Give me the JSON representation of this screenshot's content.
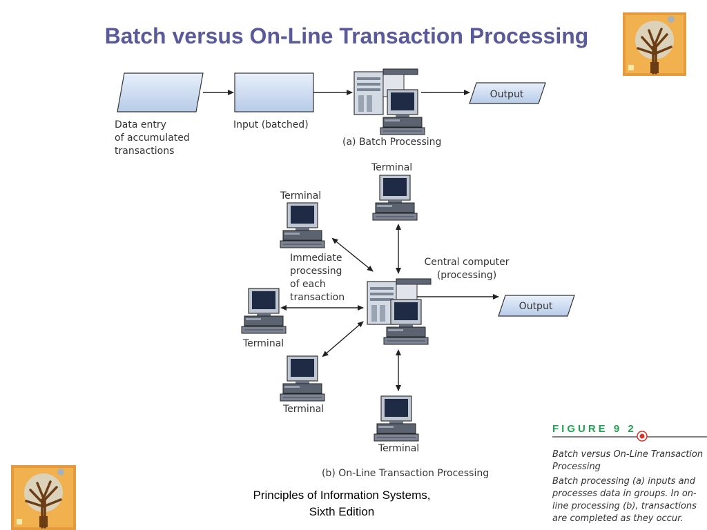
{
  "slide": {
    "title": "Batch versus On-Line Transaction Processing",
    "footer_line1": "Principles of Information Systems,",
    "footer_line2": "Sixth Edition"
  },
  "batch": {
    "data_entry_lines": [
      "Data entry",
      "of accumulated",
      "transactions"
    ],
    "input_label": "Input (batched)",
    "output_label": "Output",
    "caption": "(a) Batch Processing"
  },
  "online": {
    "terminal_label": "Terminal",
    "immediate_lines": [
      "Immediate",
      "processing",
      "of each",
      "transaction"
    ],
    "central_lines": [
      "Central computer",
      "(processing)"
    ],
    "output_label": "Output",
    "caption": "(b) On-Line Transaction Processing"
  },
  "figure": {
    "heading": "FIGURE 9 2",
    "title_lines": [
      "Batch versus On-Line Transaction",
      "Processing"
    ],
    "desc_lines": [
      "Batch processing (a) inputs and",
      "processes data in groups. In on-",
      "line processing (b), transactions",
      "are completed as they occur."
    ]
  },
  "colors": {
    "title": "#5a5a9a",
    "shape_fill": "#c8d8ef",
    "figure_green": "#22a053",
    "figure_red": "#d9342b"
  },
  "icons": {
    "logo": "tree-icon",
    "terminal": "computer-terminal-icon",
    "server": "mainframe-server-icon"
  }
}
